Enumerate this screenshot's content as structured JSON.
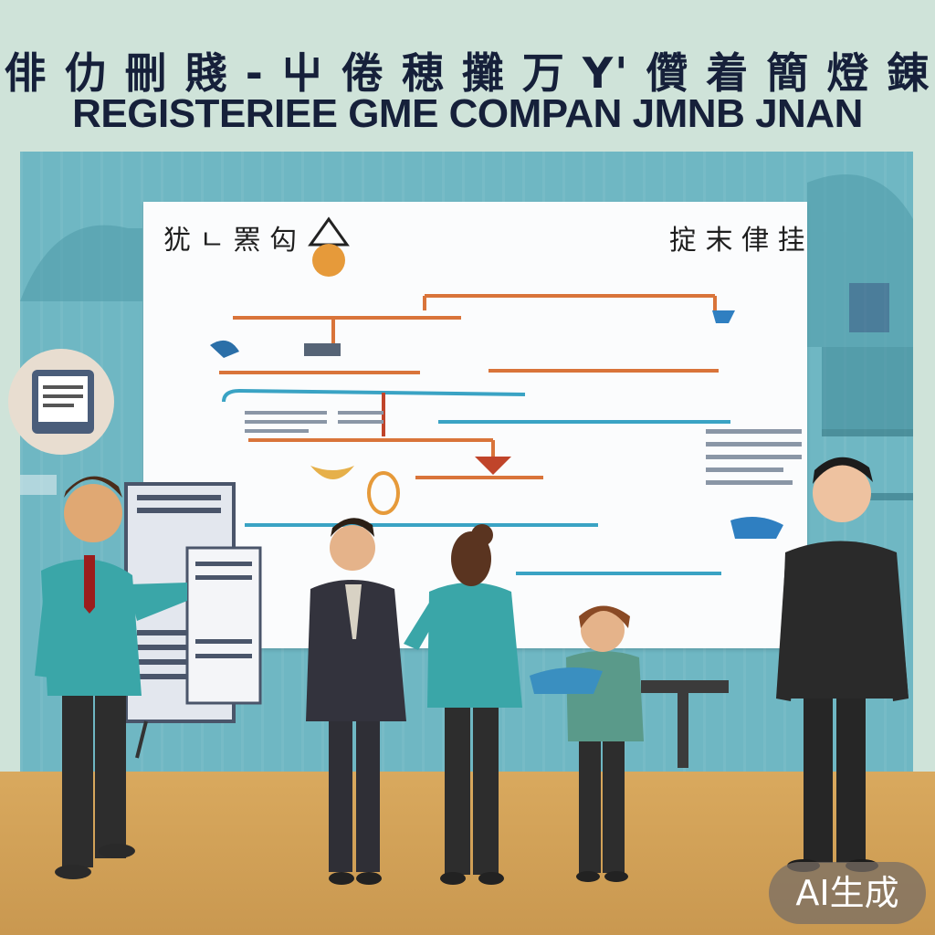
{
  "header": {
    "title_cn": "俳 仂 刪 賤 - 屮 倦 穂 攤  万 Y'  儹 着 簡 燈 錬",
    "title_en": "REGISTERIEE GME COMPAN JMNB JNAN"
  },
  "board": {
    "left_label": "犹 ㄴ 罴 匃",
    "right_label": "掟 末 侓 挂"
  },
  "watermark": "AI生成"
}
